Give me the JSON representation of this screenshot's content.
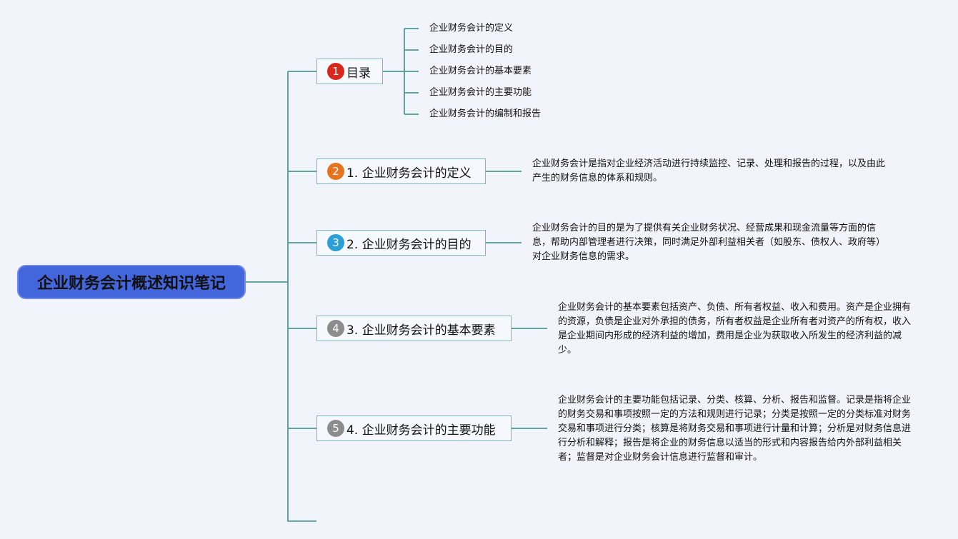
{
  "root": {
    "title": "企业财务会计概述知识笔记"
  },
  "branches": [
    {
      "badge": "1",
      "badge_color": "#d8271c",
      "label": "目录"
    },
    {
      "badge": "2",
      "badge_color": "#e8731f",
      "label": "1. 企业财务会计的定义"
    },
    {
      "badge": "3",
      "badge_color": "#2b9fd8",
      "label": "2. 企业财务会计的目的"
    },
    {
      "badge": "4",
      "badge_color": "#8c8c8c",
      "label": "3. 企业财务会计的基本要素"
    },
    {
      "badge": "5",
      "badge_color": "#8c8c8c",
      "label": "4. 企业财务会计的主要功能"
    }
  ],
  "toc": [
    "企业财务会计的定义",
    "企业财务会计的目的",
    "企业财务会计的基本要素",
    "企业财务会计的主要功能",
    "企业财务会计的编制和报告"
  ],
  "descriptions": {
    "definition": "企业财务会计是指对企业经济活动进行持续监控、记录、处理和报告的过程，以及由此产生的财务信息的体系和规则。",
    "purpose": "企业财务会计的目的是为了提供有关企业财务状况、经营成果和现金流量等方面的信息，帮助内部管理者进行决策，同时满足外部利益相关者（如股东、债权人、政府等）对企业财务信息的需求。",
    "elements": "企业财务会计的基本要素包括资产、负债、所有者权益、收入和费用。资产是企业拥有的资源，负债是企业对外承担的债务，所有者权益是企业所有者对资产的所有权，收入是企业期间内形成的经济利益的增加，费用是企业为获取收入所发生的经济利益的减少。",
    "functions": "企业财务会计的主要功能包括记录、分类、核算、分析、报告和监督。记录是指将企业的财务交易和事项按照一定的方法和规则进行记录；分类是按照一定的分类标准对财务交易和事项进行分类；核算是将财务交易和事项进行计量和计算；分析是对财务信息进行分析和解释；报告是将企业的财务信息以适当的形式和内容报告给内外部利益相关者；监督是对企业财务会计信息进行监督和审计。"
  },
  "colors": {
    "connector": "#4f9a96",
    "root_fill": "#4466dd"
  }
}
